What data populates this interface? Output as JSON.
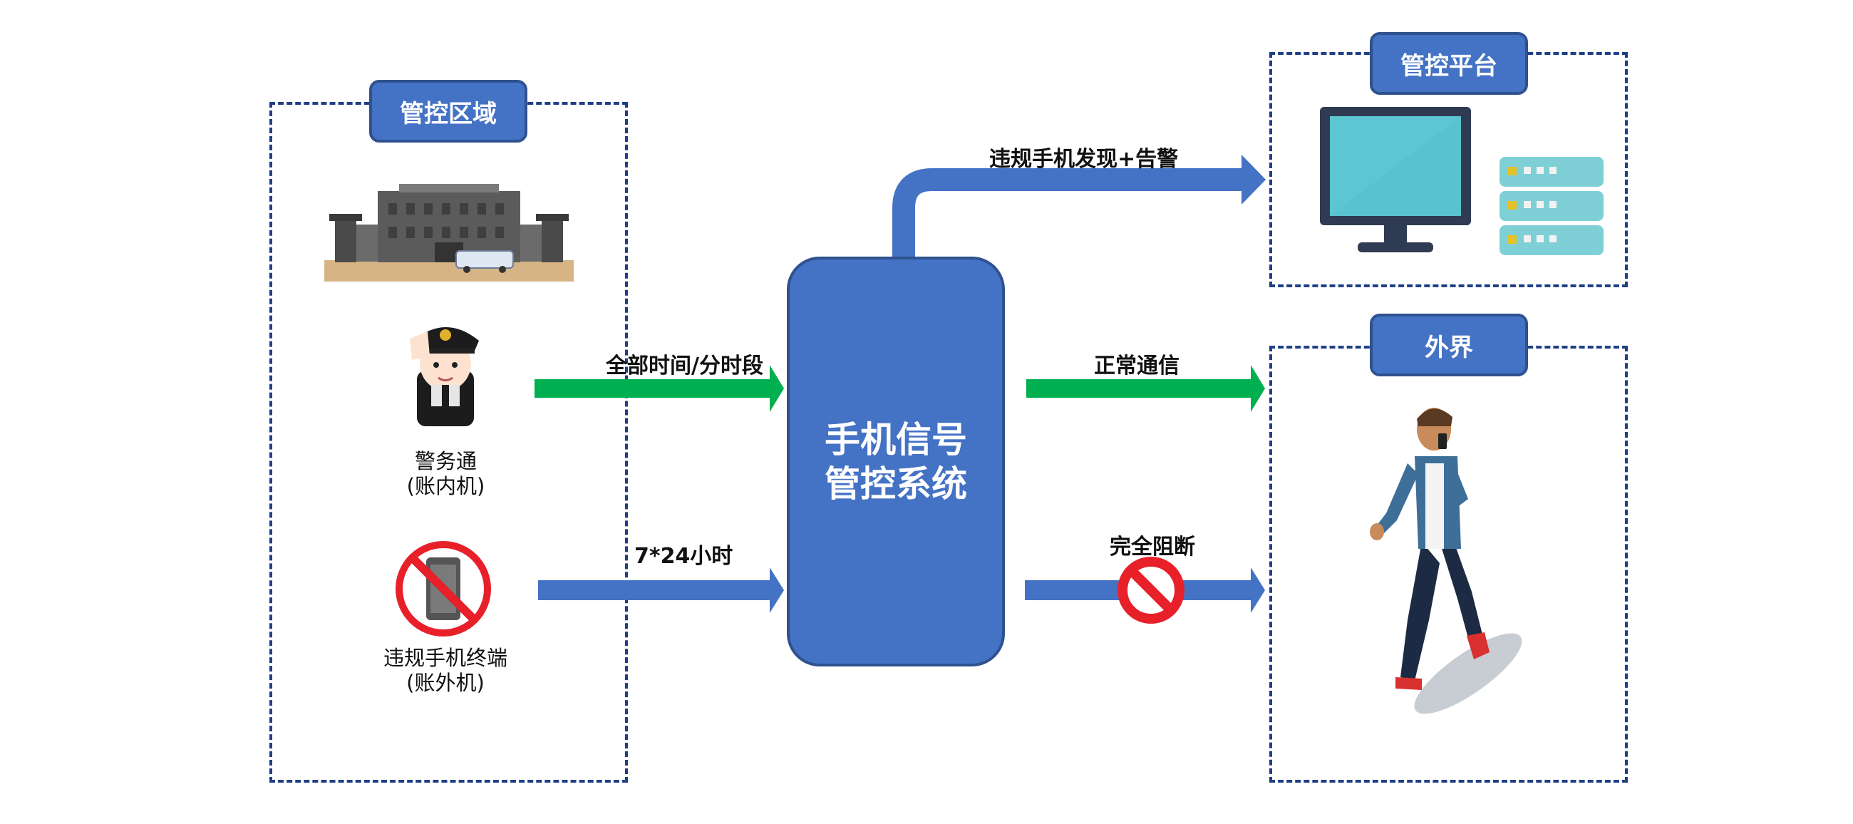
{
  "zones": {
    "control_area": "管控区域",
    "platform": "管控平台",
    "outside": "外界"
  },
  "center_box": {
    "line1": "手机信号",
    "line2": "管控系统"
  },
  "arrows": {
    "top": "违规手机发现+告警",
    "time": "全部时间/分时段",
    "allday": "7*24小时",
    "normal": "正常通信",
    "block": "完全阻断"
  },
  "devices": {
    "police_line1": "警务通",
    "police_line2": "(账内机)",
    "illegal_line1": "违规手机终端",
    "illegal_line2": "(账外机)"
  },
  "colors": {
    "box": "#4472c4",
    "box_border": "#2f528f",
    "green_arrow": "#00b050",
    "blue_arrow": "#4472c4",
    "zone_border": "#1f3f87",
    "block_red": "#e8202a"
  }
}
